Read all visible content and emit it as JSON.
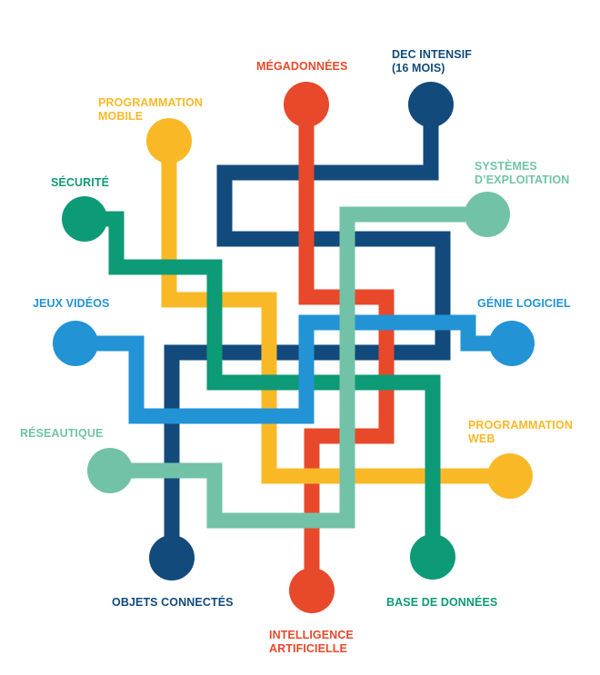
{
  "colors": {
    "navy": "#124a7c",
    "orange": "#e8492a",
    "yellow": "#f9b927",
    "green": "#0d9a76",
    "teal": "#72c2a8",
    "blue": "#2293d5"
  },
  "nodes": [
    {
      "id": "megadonnees",
      "lines": [
        "MÉGADONNÉES"
      ],
      "color": "orange"
    },
    {
      "id": "dec-intensif",
      "lines": [
        "DEC INTENSIF",
        "(16 MOIS)"
      ],
      "color": "navy"
    },
    {
      "id": "programmation-mobile",
      "lines": [
        "PROGRAMMATION",
        "MOBILE"
      ],
      "color": "yellow"
    },
    {
      "id": "systemes-exploitation",
      "lines": [
        "SYSTÈMES",
        "D’EXPLOITATION"
      ],
      "color": "teal"
    },
    {
      "id": "securite",
      "lines": [
        "SÉCURITÉ"
      ],
      "color": "green"
    },
    {
      "id": "jeux-videos",
      "lines": [
        "JEUX VIDÉOS"
      ],
      "color": "blue"
    },
    {
      "id": "genie-logiciel",
      "lines": [
        "GÉNIE LOGICIEL"
      ],
      "color": "blue"
    },
    {
      "id": "reseautique",
      "lines": [
        "RÉSEAUTIQUE"
      ],
      "color": "teal"
    },
    {
      "id": "programmation-web",
      "lines": [
        "PROGRAMMATION",
        "WEB"
      ],
      "color": "yellow"
    },
    {
      "id": "objets-connectes",
      "lines": [
        "OBJETS CONNECTÉS"
      ],
      "color": "navy"
    },
    {
      "id": "base-de-donnees",
      "lines": [
        "BASE DE DONNÉES"
      ],
      "color": "green"
    },
    {
      "id": "intelligence-artificielle",
      "lines": [
        "INTELLIGENCE",
        "ARTIFICIELLE"
      ],
      "color": "orange"
    }
  ],
  "connections": [
    {
      "from": "dec-intensif",
      "to": "objets-connectes",
      "color": "navy"
    },
    {
      "from": "megadonnees",
      "to": "intelligence-artificielle",
      "color": "orange"
    },
    {
      "from": "programmation-mobile",
      "to": "programmation-web",
      "color": "yellow"
    },
    {
      "from": "securite",
      "to": "base-de-donnees",
      "color": "green"
    },
    {
      "from": "jeux-videos",
      "to": "genie-logiciel",
      "color": "blue"
    },
    {
      "from": "systemes-exploitation",
      "to": "reseautique",
      "color": "teal"
    }
  ]
}
